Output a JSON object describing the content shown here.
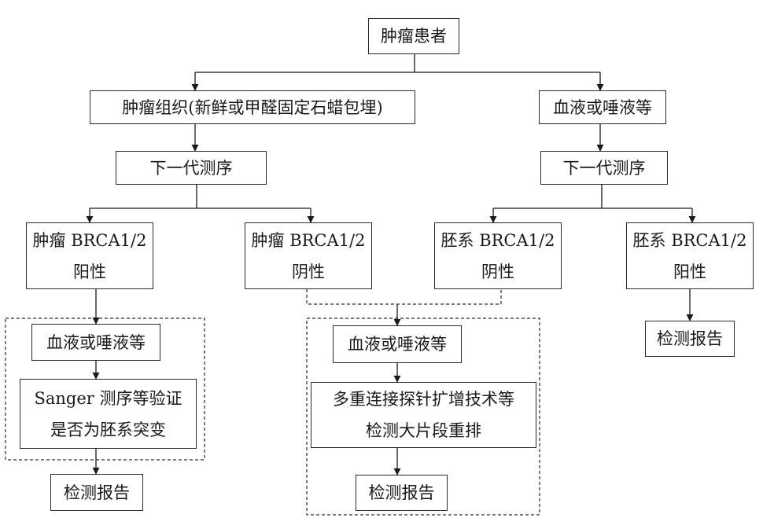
{
  "nodes": {
    "root": "肿瘤患者",
    "tissue": "肿瘤组织(新鲜或甲醛固定石蜡包埋)",
    "blood_top": "血液或唾液等",
    "ngs_left": "下一代测序",
    "ngs_right": "下一代测序",
    "tumor_pos": [
      "肿瘤 BRCA1/2",
      "阳性"
    ],
    "tumor_neg": [
      "肿瘤 BRCA1/2",
      "阴性"
    ],
    "germ_neg": [
      "胚系 BRCA1/2",
      "阴性"
    ],
    "germ_pos": [
      "胚系 BRCA1/2",
      "阳性"
    ],
    "blood_left": "血液或唾液等",
    "sanger": [
      "Sanger 测序等验证",
      "是否为胚系突变"
    ],
    "report_left": "检测报告",
    "blood_mid": "血液或唾液等",
    "mlpa": [
      "多重连接探针扩增技术等",
      "检测大片段重排"
    ],
    "report_mid": "检测报告",
    "report_right": "检测报告"
  }
}
